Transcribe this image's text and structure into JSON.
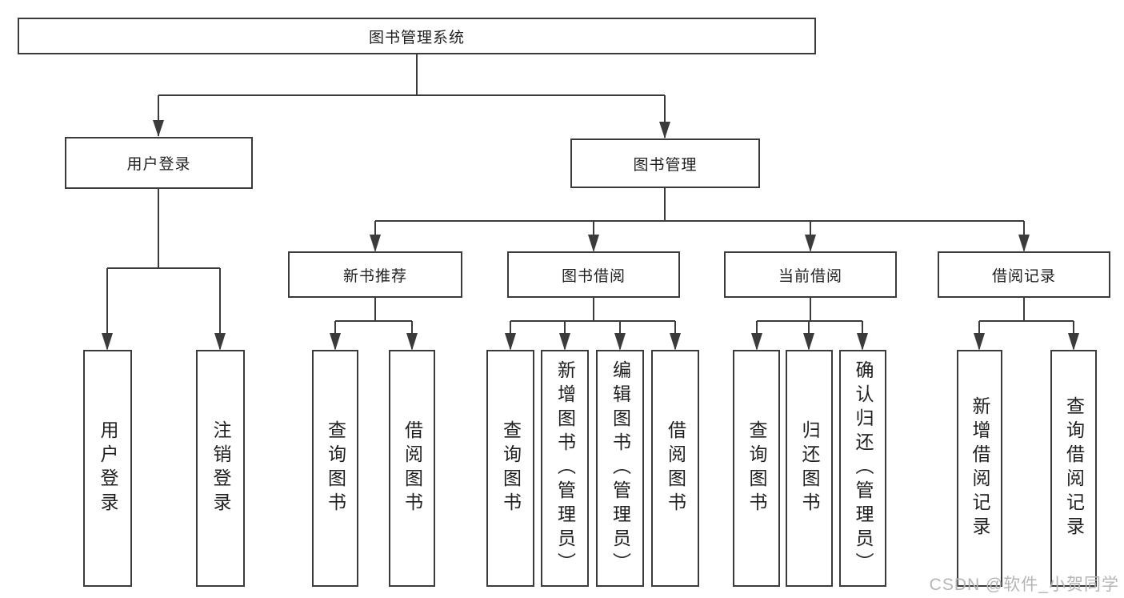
{
  "diagram": {
    "root": {
      "label": "图书管理系统"
    },
    "branches": [
      {
        "label": "用户登录",
        "children": [
          "用户登录",
          "注销登录"
        ]
      },
      {
        "label": "图书管理",
        "children": [
          {
            "label": "新书推荐",
            "children": [
              "查询图书",
              "借阅图书"
            ]
          },
          {
            "label": "图书借阅",
            "children": [
              "查询图书",
              "新增图书（管理员）",
              "编辑图书（管理员）",
              "借阅图书"
            ]
          },
          {
            "label": "当前借阅",
            "children": [
              "查询图书",
              "归还图书",
              "确认归还（管理员）"
            ]
          },
          {
            "label": "借阅记录",
            "children": [
              "新增借阅记录",
              "查询借阅记录"
            ]
          }
        ]
      }
    ]
  },
  "colors": {
    "line": "#3b3b3b",
    "text": "#1f1f1f",
    "watermark": "#b5b5b5"
  },
  "watermark": "CSDN @软件_小贺同学"
}
